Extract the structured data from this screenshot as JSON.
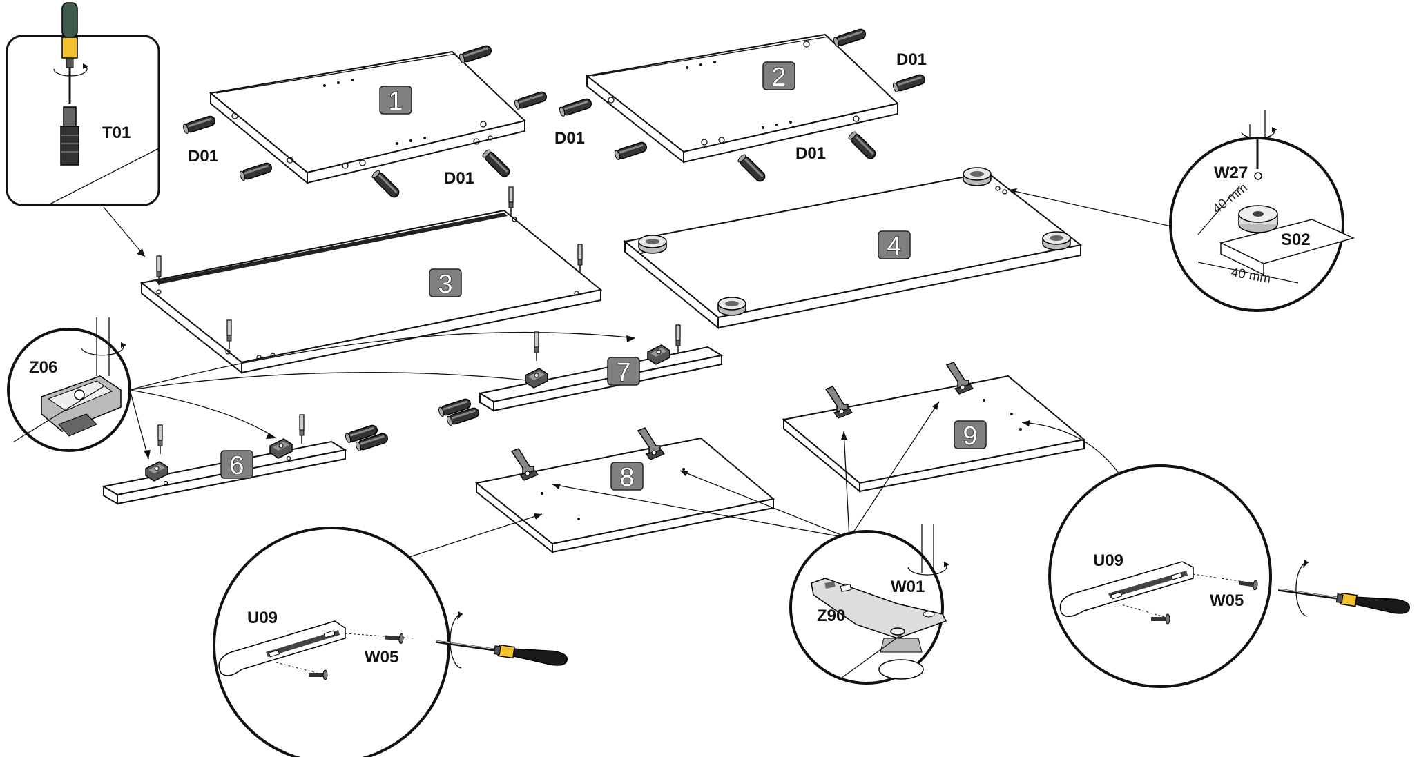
{
  "labels": {
    "t01": "T01",
    "d01": "D01",
    "w27": "W27",
    "s02": "S02",
    "z06": "Z06",
    "u09": "U09",
    "w05": "W05",
    "w01": "W01",
    "z90": "Z90",
    "mm40": "40 mm"
  },
  "panels": [
    "1",
    "2",
    "3",
    "4",
    "6",
    "7",
    "8",
    "9"
  ]
}
